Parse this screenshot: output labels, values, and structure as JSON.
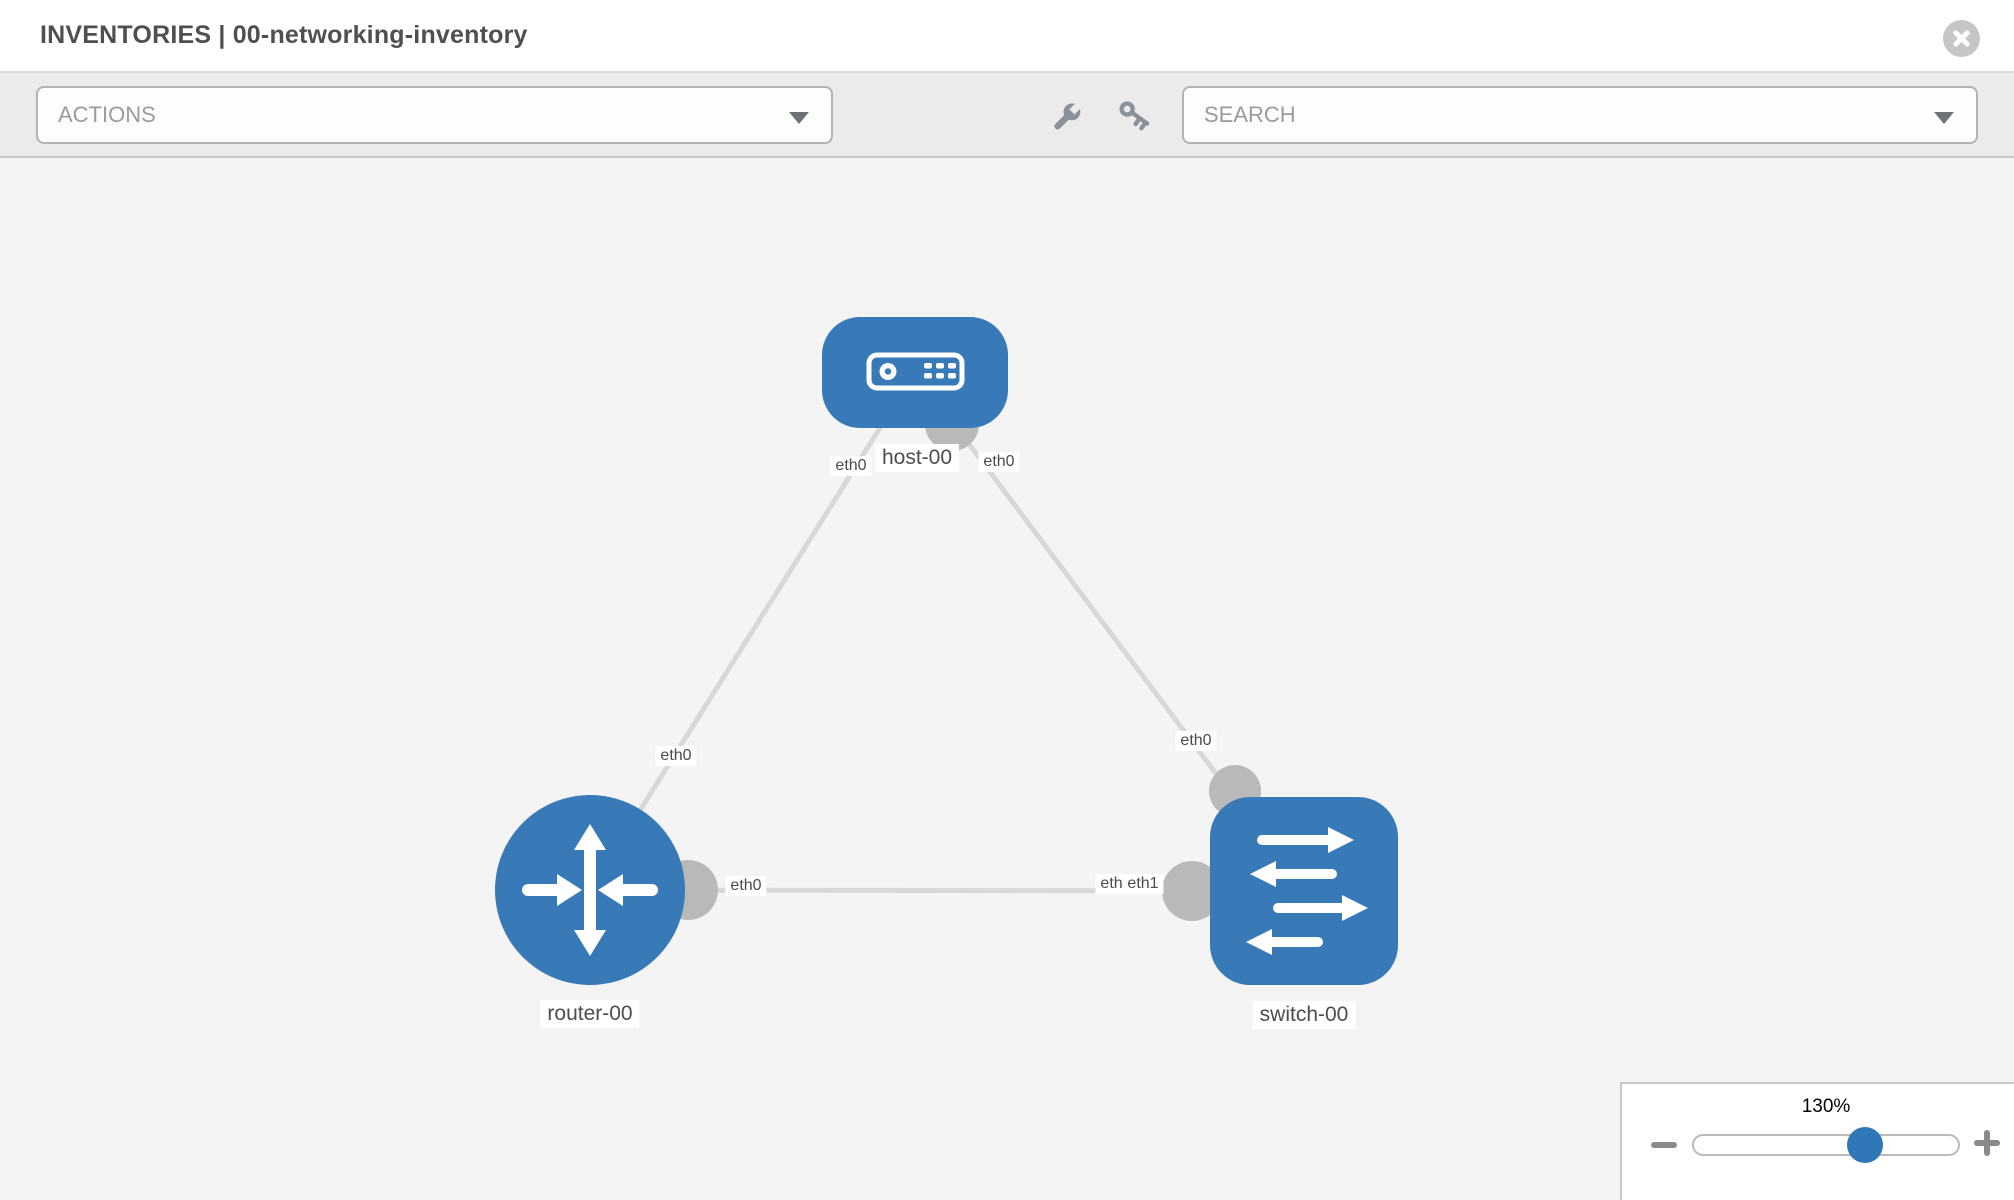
{
  "window": {
    "title": "INVENTORIES | 00-networking-inventory"
  },
  "toolbar": {
    "actions": {
      "label": "ACTIONS"
    },
    "search": {
      "placeholder": "SEARCH"
    },
    "icons": [
      "wrench-icon",
      "key-icon"
    ]
  },
  "topology": {
    "nodes": [
      {
        "label": "host-00",
        "type": "host",
        "icon": "host-icon"
      },
      {
        "label": "router-00",
        "type": "router",
        "icon": "router-icon"
      },
      {
        "label": "switch-00",
        "type": "switch",
        "icon": "switch-icon"
      }
    ],
    "links": [
      {
        "from": "host-00",
        "to": "router-00"
      },
      {
        "from": "host-00",
        "to": "switch-00"
      },
      {
        "from": "router-00",
        "to": "switch-00"
      }
    ],
    "interface_labels": {
      "host_end_to_router": "eth0",
      "host_end_to_switch": "eth0",
      "router_end_to_host": "eth0",
      "switch_end_to_host": "eth0",
      "router_end_to_switch": "eth0",
      "switch_end_to_router_under": "eth0",
      "switch_end_to_router": "eth1"
    },
    "colors": {
      "node": "#3879b7",
      "link": "#d8d8d8",
      "connector": "#b9b9b9",
      "canvas_bg": "#f4f4f4"
    }
  },
  "zoom_panel": {
    "level": "130%"
  }
}
